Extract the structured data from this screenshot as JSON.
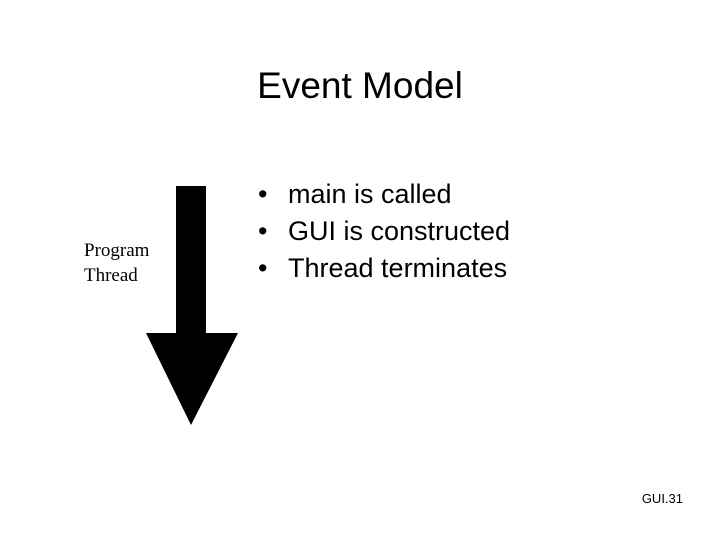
{
  "slide": {
    "title": "Event Model",
    "diagram": {
      "label_line1": "Program",
      "label_line2": "Thread",
      "arrow_icon": "down-arrow-icon",
      "arrow_color": "#000000",
      "arrow_direction": "down"
    },
    "bullets": [
      {
        "marker": "•",
        "text": "main is called"
      },
      {
        "marker": "•",
        "text": "GUI is constructed"
      },
      {
        "marker": "•",
        "text": "Thread terminates"
      }
    ],
    "footer": "GUI.31",
    "background_color": "#ffffff",
    "text_color": "#000000"
  }
}
